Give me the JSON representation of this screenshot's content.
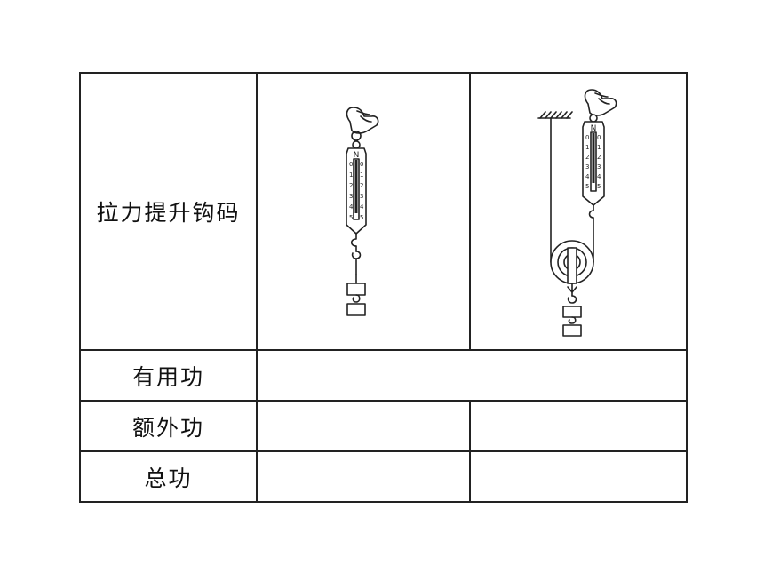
{
  "table": {
    "rows": [
      {
        "label": "拉力提升钩码"
      },
      {
        "label": "有用功"
      },
      {
        "label": "额外功"
      },
      {
        "label": "总功"
      }
    ]
  },
  "diagrams": {
    "scale_unit": "N",
    "scale_marks": [
      "0",
      "1",
      "2",
      "3",
      "4",
      "5"
    ],
    "direct_lift": {
      "icons": [
        "hand-icon",
        "spring-scale-icon",
        "hook-icon",
        "weight-icon"
      ]
    },
    "pulley_lift": {
      "icons": [
        "ceiling-icon",
        "hand-icon",
        "spring-scale-icon",
        "movable-pulley-icon",
        "weight-icon"
      ]
    }
  },
  "colors": {
    "line": "#222222",
    "background": "#ffffff"
  }
}
